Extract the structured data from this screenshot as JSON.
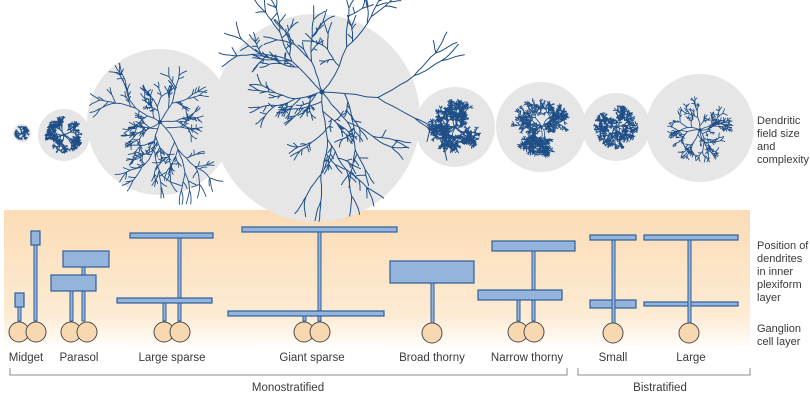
{
  "cell_types": [
    {
      "id": "midget",
      "label": "Midget"
    },
    {
      "id": "parasol",
      "label": "Parasol"
    },
    {
      "id": "large-sparse",
      "label": "Large sparse"
    },
    {
      "id": "giant-sparse",
      "label": "Giant sparse"
    },
    {
      "id": "broad-thorny",
      "label": "Broad thorny"
    },
    {
      "id": "narrow-thorny",
      "label": "Narrow thorny"
    },
    {
      "id": "small",
      "label": "Small"
    },
    {
      "id": "large",
      "label": "Large"
    }
  ],
  "groups": {
    "monostratified": "Monostratified",
    "bistratified": "Bistratified"
  },
  "side_labels": {
    "dendritic_field": [
      "Dendritic",
      "field size",
      "and",
      "complexity"
    ],
    "dendrite_position": [
      "Position of",
      "dendrites",
      "in inner",
      "plexiform",
      "layer"
    ],
    "ganglion_layer": [
      "Ganglion",
      "cell layer"
    ]
  },
  "colors": {
    "dendrite": "#1f4f86",
    "dendrite_bar": "#94b4dc",
    "soma": "#f7d8b0",
    "field": "#e6e6e6",
    "plexiform_band": "#fde4c4"
  }
}
